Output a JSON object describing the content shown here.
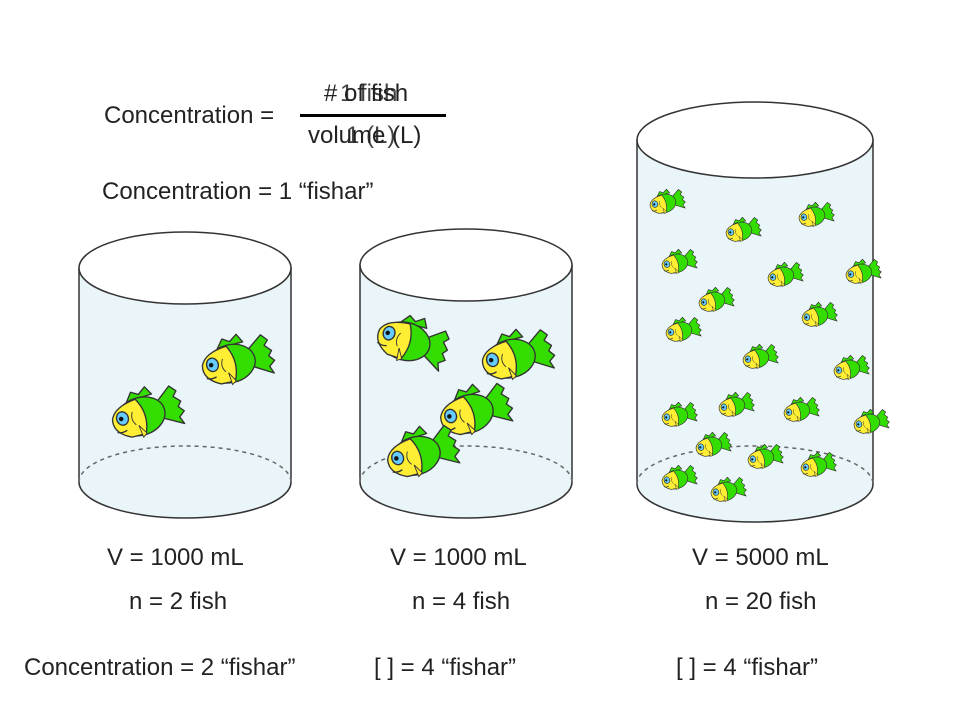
{
  "formula": {
    "lhs": "Concentration =",
    "numerator_a": "# of fish",
    "numerator_b": "1 fish",
    "denominator_a": "volume (L)",
    "denominator_b": "1 (L)",
    "result": "Concentration = 1 “fishar”"
  },
  "beakers": [
    {
      "volume": "V = 1000 mL",
      "count": "n = 2 fish",
      "concentration": "Concentration = 2 “fishar”"
    },
    {
      "volume": "V = 1000 mL",
      "count": "n = 4 fish",
      "concentration": "[   ] = 4 “fishar”"
    },
    {
      "volume": "V = 5000 mL",
      "count": "n = 20 fish",
      "concentration": "[   ] = 4 “fishar”"
    }
  ],
  "colors": {
    "fish_body": "#33dd00",
    "fish_face": "#ffee33",
    "fish_eye": "#66ccff",
    "glass": "#e9f5f8"
  }
}
